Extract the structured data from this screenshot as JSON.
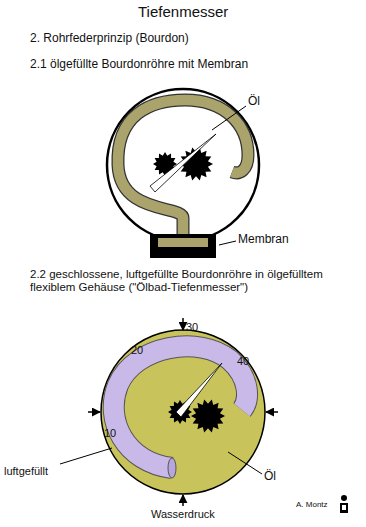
{
  "diagram": {
    "title": "Tiefenmesser",
    "labels": [
      "2. Rohrfederprinzip (Bourdon)",
      "2.1 ölgefüllte Bourdonröhre mit Membran",
      "Öl",
      "Membran",
      "2.2 geschlossene, luftgefüllte Bourdonröhre in ölgefülltem flexiblem Gehäuse (\"Ölbad-Tiefenmesser\")",
      "30",
      "20",
      "40",
      "10",
      "luftgefüllt",
      "Öl",
      "Wasserdruck",
      "A. Montz"
    ]
  }
}
